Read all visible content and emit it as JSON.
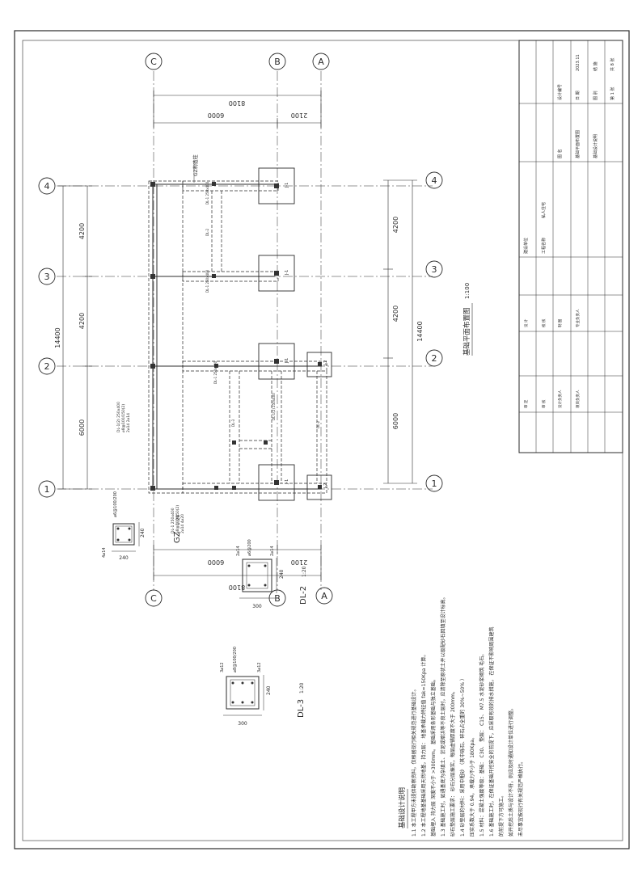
{
  "axes": {
    "horizontal": [
      "C",
      "B",
      "A"
    ],
    "vertical": [
      "1",
      "2",
      "3",
      "4"
    ]
  },
  "dimensions": {
    "top": {
      "total": "8100",
      "left": "6000",
      "right": "2100"
    },
    "bottom": {
      "total": "8100",
      "left": "6000",
      "right": "2100"
    },
    "left": {
      "total": "14400",
      "bays": [
        "6000",
        "4200",
        "4200"
      ]
    },
    "right": {
      "total": "14400",
      "bays": [
        "6000",
        "4200",
        "4200"
      ]
    }
  },
  "plan": {
    "title": "基础平面布置图",
    "scale": "1:100",
    "gz_note": "GZ构造柱",
    "footing_tag": "J-1",
    "footing_tag_small": "J-2",
    "beam_tags": [
      "DL-1 250x400",
      "DL-1 250x400",
      "DL-1 250x400",
      "DL-2",
      "DL-3",
      "DL-1(2) 250x400",
      "DL-2"
    ],
    "side_note_left": [
      "DL-1(2) 250x400",
      "⌀8@100/150(2)",
      "2⌀14 2⌀14"
    ],
    "side_note_right": [
      "DL-1 250x400",
      "⌀8@100/150(2)",
      "2⌀14 4⌀20"
    ]
  },
  "details": {
    "gz": {
      "title": "GZ",
      "scale": "1:20",
      "rebar": "4⌀14",
      "stirrup": "⌀6@100/200",
      "dim_w": "240",
      "dim_h": "240"
    },
    "dl2": {
      "title": "DL-2",
      "scale": "1:20",
      "top": "2⌀14",
      "stirrup": "⌀6@200",
      "bottom": "2⌀14",
      "dim_w": "300",
      "dim_h": "240"
    },
    "dl3": {
      "title": "DL-3",
      "scale": "1:20",
      "top": "3⌀12",
      "stirrup": "⌀8@100/200",
      "bottom": "3⌀12",
      "dim_w": "300",
      "dim_h": "240"
    }
  },
  "notes": {
    "title": "基础设计说明",
    "lines": [
      "1.1   本工程甲方未提供勘察资料，仅根据现行相关规范进行基础设计。",
      "1.2   本工程地基基础采用天然地基，持力层：    地基承载力特征值    fak=150Kpa   计算。",
      "       基础埋入   持力层   深度不小于   >300mm。   基础采用条形基础与独立基础。",
      "1.3   基础施工时，如遇基底为杂填土、淤泥或暗浜等不良土层时，应清除至原状土并以级配砂石回填至设计标高。",
      "       砂石垫层施工要求：    砂石分层振实，每层虚铺厚度不大于    200mm。",
      "1.4   砂垫层的材料：采用中粗砂    （其中砾石、碎石占全重的    30%~50%    ）",
      "       压实系数大于    0.94，  承载力不小于     180Kpa。",
      "1.5   材料：混凝土强度等级：基础：    C30、  垫层：   C15、  M7.5   水泥砂浆砌筑   毛石。",
      "1.6   基础施工时，在保证基础开挖安全的前提下，应采取有效的排水措施，    在保证不影响周围建筑",
      "       的前提下方可施工。",
      "       如开挖后土质与设计不符，则应及时通知设计单位进行调整。",
      "       未尽事宜按现行有关规范严格执行。"
    ]
  },
  "titleblock": {
    "project_label": "建设单位",
    "project_name_label": "工程名称",
    "design_no_label": "设计编号",
    "date_label": "日  期",
    "date_value": "2023.11",
    "drawing_label": "图  别",
    "drawing_value": "结  施",
    "sheet_label": "第 1 张",
    "total_label": "共 8 张",
    "drawing_name_label": "图    名",
    "drawing_name_1": "基础平面布置图",
    "drawing_name_2": "基础设计说明",
    "project_sub": "私人住宅",
    "roles": [
      "审  定",
      "审  核",
      "设计负责人",
      "项目负责人",
      "设  计",
      "校  核",
      "制  图",
      "专业负责人"
    ]
  }
}
